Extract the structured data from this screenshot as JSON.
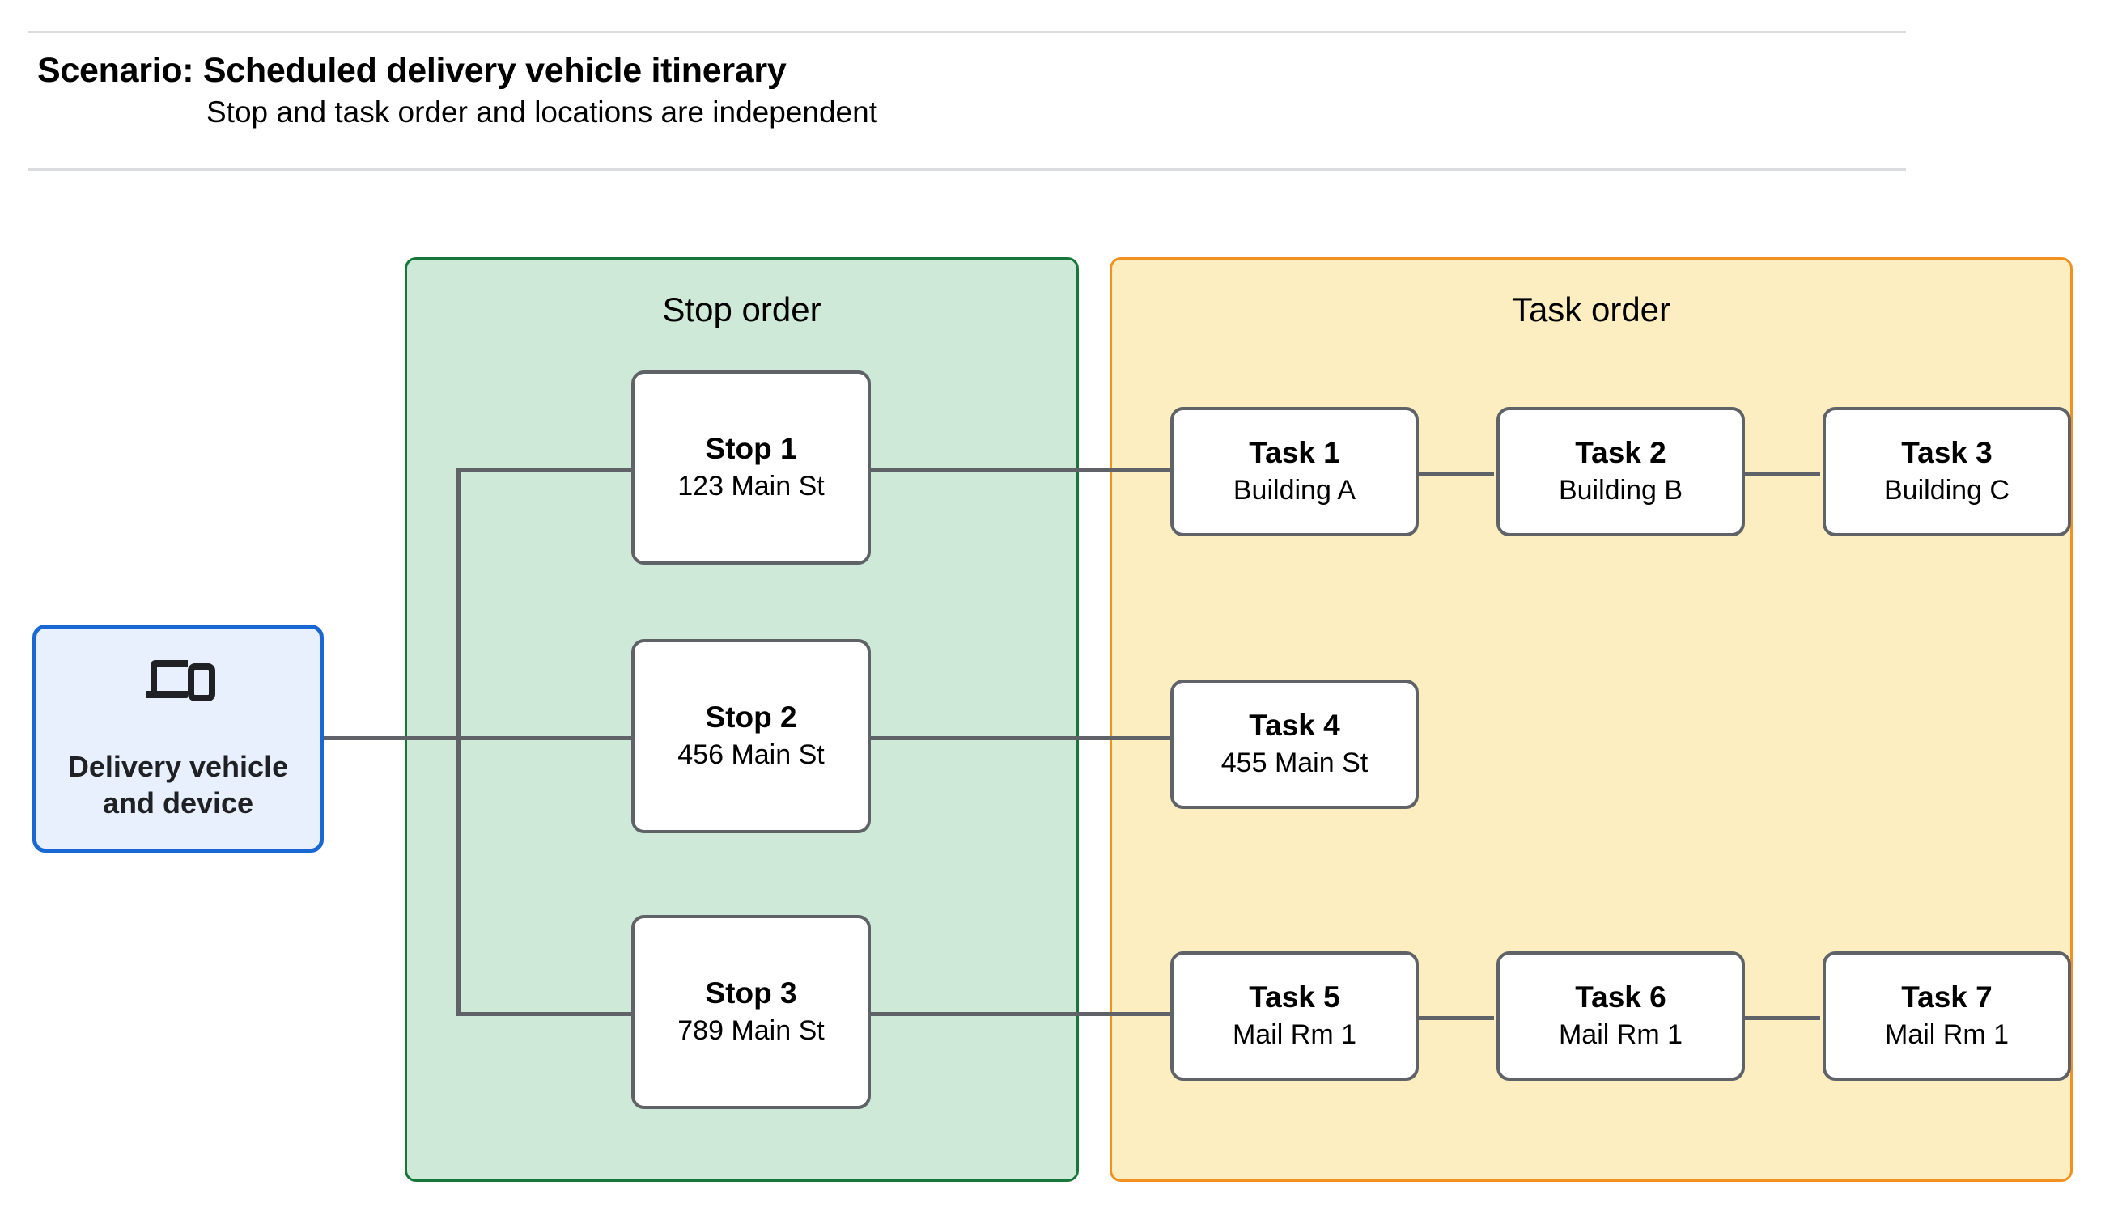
{
  "header": {
    "title": "Scenario: Scheduled delivery vehicle itinerary",
    "subtitle": "Stop and task order and locations are independent"
  },
  "source": {
    "icon": "devices-icon",
    "label": "Delivery vehicle\nand device",
    "border_color": "#1967d2",
    "fill_color": "#e8f0fe"
  },
  "panels": {
    "stop": {
      "title": "Stop order",
      "fill_color": "#cee9d7",
      "border_color": "#17773b"
    },
    "task": {
      "title": "Task order",
      "fill_color": "#fdeec2",
      "border_color": "#f29121"
    }
  },
  "stops": [
    {
      "title": "Stop 1",
      "location": "123 Main St"
    },
    {
      "title": "Stop 2",
      "location": "456 Main St"
    },
    {
      "title": "Stop 3",
      "location": "789 Main St"
    }
  ],
  "task_rows": [
    {
      "tasks": [
        {
          "title": "Task 1",
          "location": "Building A"
        },
        {
          "title": "Task 2",
          "location": "Building B"
        },
        {
          "title": "Task 3",
          "location": "Building C"
        }
      ]
    },
    {
      "tasks": [
        {
          "title": "Task 4",
          "location": "455 Main St"
        }
      ]
    },
    {
      "tasks": [
        {
          "title": "Task 5",
          "location": "Mail Rm 1"
        },
        {
          "title": "Task 6",
          "location": "Mail Rm 1"
        },
        {
          "title": "Task 7",
          "location": "Mail Rm 1"
        }
      ]
    }
  ],
  "connector_color": "#5f6368"
}
